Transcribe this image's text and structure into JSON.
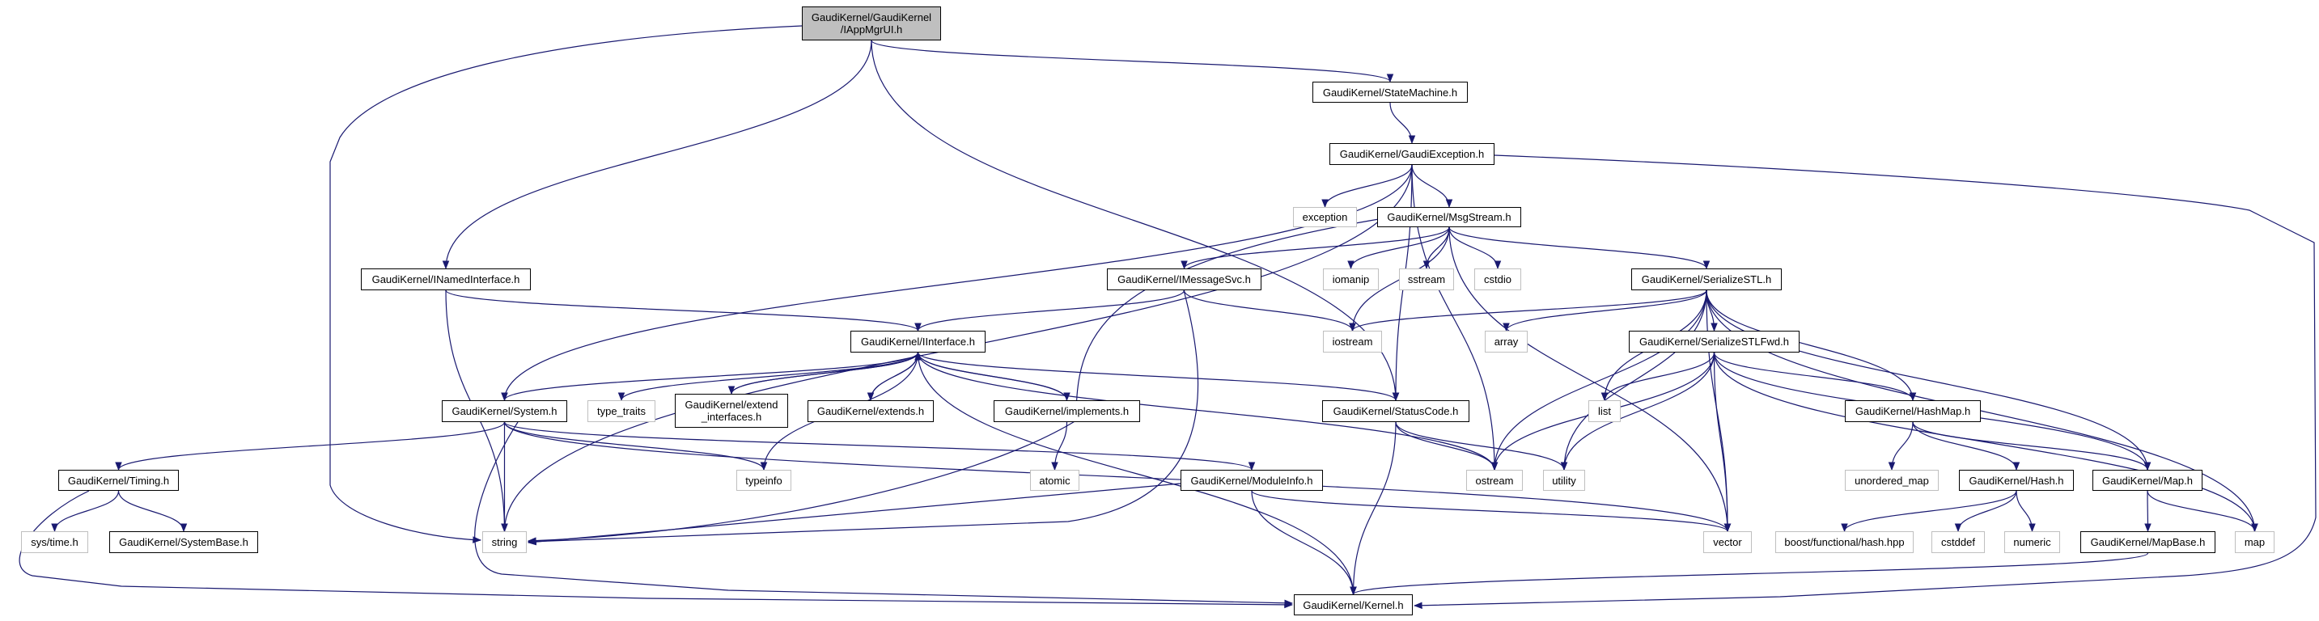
{
  "title": "Include dependency graph for GaudiKernel/GaudiKernel/IAppMgrUI.h",
  "colors": {
    "edge": "#191970",
    "root_fill": "#bfbfbf",
    "node_border": "#000000",
    "external_border": "#bfbfbf"
  },
  "nodes": [
    {
      "id": "root",
      "label": "GaudiKernel/GaudiKernel\n/IAppMgrUI.h",
      "kind": "root"
    },
    {
      "id": "StateMachine",
      "label": "GaudiKernel/StateMachine.h",
      "kind": "internal"
    },
    {
      "id": "GaudiException",
      "label": "GaudiKernel/GaudiException.h",
      "kind": "internal"
    },
    {
      "id": "exception",
      "label": "exception",
      "kind": "external"
    },
    {
      "id": "MsgStream",
      "label": "GaudiKernel/MsgStream.h",
      "kind": "internal"
    },
    {
      "id": "INamedInterface",
      "label": "GaudiKernel/INamedInterface.h",
      "kind": "internal"
    },
    {
      "id": "IMessageSvc",
      "label": "GaudiKernel/IMessageSvc.h",
      "kind": "internal"
    },
    {
      "id": "iomanip",
      "label": "iomanip",
      "kind": "external"
    },
    {
      "id": "sstream",
      "label": "sstream",
      "kind": "external"
    },
    {
      "id": "cstdio",
      "label": "cstdio",
      "kind": "external"
    },
    {
      "id": "SerializeSTL",
      "label": "GaudiKernel/SerializeSTL.h",
      "kind": "internal"
    },
    {
      "id": "IInterface",
      "label": "GaudiKernel/IInterface.h",
      "kind": "internal"
    },
    {
      "id": "iostream",
      "label": "iostream",
      "kind": "external"
    },
    {
      "id": "array",
      "label": "array",
      "kind": "external"
    },
    {
      "id": "SerializeSTLFwd",
      "label": "GaudiKernel/SerializeSTLFwd.h",
      "kind": "internal"
    },
    {
      "id": "System",
      "label": "GaudiKernel/System.h",
      "kind": "internal"
    },
    {
      "id": "type_traits",
      "label": "type_traits",
      "kind": "external"
    },
    {
      "id": "extend_interfaces",
      "label": "GaudiKernel/extend\n_interfaces.h",
      "kind": "internal"
    },
    {
      "id": "extends",
      "label": "GaudiKernel/extends.h",
      "kind": "internal"
    },
    {
      "id": "implements",
      "label": "GaudiKernel/implements.h",
      "kind": "internal"
    },
    {
      "id": "StatusCode",
      "label": "GaudiKernel/StatusCode.h",
      "kind": "internal"
    },
    {
      "id": "list",
      "label": "list",
      "kind": "external"
    },
    {
      "id": "HashMap",
      "label": "GaudiKernel/HashMap.h",
      "kind": "internal"
    },
    {
      "id": "Timing",
      "label": "GaudiKernel/Timing.h",
      "kind": "internal"
    },
    {
      "id": "typeinfo",
      "label": "typeinfo",
      "kind": "external"
    },
    {
      "id": "atomic",
      "label": "atomic",
      "kind": "external"
    },
    {
      "id": "ModuleInfo",
      "label": "GaudiKernel/ModuleInfo.h",
      "kind": "internal"
    },
    {
      "id": "ostream",
      "label": "ostream",
      "kind": "external"
    },
    {
      "id": "utility",
      "label": "utility",
      "kind": "external"
    },
    {
      "id": "unordered_map",
      "label": "unordered_map",
      "kind": "external"
    },
    {
      "id": "Hash",
      "label": "GaudiKernel/Hash.h",
      "kind": "internal"
    },
    {
      "id": "Map",
      "label": "GaudiKernel/Map.h",
      "kind": "internal"
    },
    {
      "id": "systime",
      "label": "sys/time.h",
      "kind": "external"
    },
    {
      "id": "SystemBase",
      "label": "GaudiKernel/SystemBase.h",
      "kind": "internal"
    },
    {
      "id": "string",
      "label": "string",
      "kind": "external"
    },
    {
      "id": "vector",
      "label": "vector",
      "kind": "external"
    },
    {
      "id": "boosthash",
      "label": "boost/functional/hash.hpp",
      "kind": "external"
    },
    {
      "id": "cstddef",
      "label": "cstddef",
      "kind": "external"
    },
    {
      "id": "numeric",
      "label": "numeric",
      "kind": "external"
    },
    {
      "id": "MapBase",
      "label": "GaudiKernel/MapBase.h",
      "kind": "internal"
    },
    {
      "id": "map",
      "label": "map",
      "kind": "external"
    },
    {
      "id": "Kernel",
      "label": "GaudiKernel/Kernel.h",
      "kind": "internal"
    }
  ],
  "edges": [
    [
      "root",
      "StateMachine"
    ],
    [
      "root",
      "INamedInterface"
    ],
    [
      "root",
      "string"
    ],
    [
      "root",
      "StatusCode"
    ],
    [
      "StateMachine",
      "GaudiException"
    ],
    [
      "GaudiException",
      "exception"
    ],
    [
      "GaudiException",
      "MsgStream"
    ],
    [
      "GaudiException",
      "System"
    ],
    [
      "GaudiException",
      "string"
    ],
    [
      "GaudiException",
      "StatusCode"
    ],
    [
      "GaudiException",
      "Kernel"
    ],
    [
      "GaudiException",
      "ostream"
    ],
    [
      "MsgStream",
      "IMessageSvc"
    ],
    [
      "MsgStream",
      "iomanip"
    ],
    [
      "MsgStream",
      "sstream"
    ],
    [
      "MsgStream",
      "cstdio"
    ],
    [
      "MsgStream",
      "SerializeSTL"
    ],
    [
      "MsgStream",
      "string"
    ],
    [
      "MsgStream",
      "iostream"
    ],
    [
      "MsgStream",
      "vector"
    ],
    [
      "INamedInterface",
      "IInterface"
    ],
    [
      "INamedInterface",
      "string"
    ],
    [
      "IMessageSvc",
      "IInterface"
    ],
    [
      "IMessageSvc",
      "iostream"
    ],
    [
      "IMessageSvc",
      "string"
    ],
    [
      "IInterface",
      "System"
    ],
    [
      "IInterface",
      "type_traits"
    ],
    [
      "IInterface",
      "extend_interfaces"
    ],
    [
      "IInterface",
      "extends"
    ],
    [
      "IInterface",
      "implements"
    ],
    [
      "IInterface",
      "StatusCode"
    ],
    [
      "IInterface",
      "typeinfo"
    ],
    [
      "IInterface",
      "ostream"
    ],
    [
      "IInterface",
      "Kernel"
    ],
    [
      "extend_interfaces",
      "IInterface"
    ],
    [
      "extends",
      "IInterface"
    ],
    [
      "implements",
      "IInterface"
    ],
    [
      "implements",
      "atomic"
    ],
    [
      "SerializeSTL",
      "SerializeSTLFwd"
    ],
    [
      "SerializeSTL",
      "list"
    ],
    [
      "SerializeSTL",
      "array"
    ],
    [
      "SerializeSTL",
      "iostream"
    ],
    [
      "SerializeSTL",
      "HashMap"
    ],
    [
      "SerializeSTL",
      "Map"
    ],
    [
      "SerializeSTL",
      "map"
    ],
    [
      "SerializeSTL",
      "vector"
    ],
    [
      "SerializeSTL",
      "utility"
    ],
    [
      "SerializeSTL",
      "ostream"
    ],
    [
      "SerializeSTLFwd",
      "list"
    ],
    [
      "SerializeSTLFwd",
      "HashMap"
    ],
    [
      "SerializeSTLFwd",
      "Map"
    ],
    [
      "SerializeSTLFwd",
      "map"
    ],
    [
      "SerializeSTLFwd",
      "vector"
    ],
    [
      "SerializeSTLFwd",
      "utility"
    ],
    [
      "SerializeSTLFwd",
      "ostream"
    ],
    [
      "System",
      "Timing"
    ],
    [
      "System",
      "string"
    ],
    [
      "System",
      "typeinfo"
    ],
    [
      "System",
      "ModuleInfo"
    ],
    [
      "System",
      "vector"
    ],
    [
      "System",
      "Kernel"
    ],
    [
      "StatusCode",
      "ostream"
    ],
    [
      "StatusCode",
      "utility"
    ],
    [
      "StatusCode",
      "Kernel"
    ],
    [
      "HashMap",
      "unordered_map"
    ],
    [
      "HashMap",
      "Hash"
    ],
    [
      "HashMap",
      "Map"
    ],
    [
      "Hash",
      "boosthash"
    ],
    [
      "Hash",
      "cstddef"
    ],
    [
      "Hash",
      "numeric"
    ],
    [
      "Map",
      "MapBase"
    ],
    [
      "Map",
      "map"
    ],
    [
      "MapBase",
      "Kernel"
    ],
    [
      "Timing",
      "systime"
    ],
    [
      "Timing",
      "SystemBase"
    ],
    [
      "Timing",
      "Kernel"
    ],
    [
      "ModuleInfo",
      "string"
    ],
    [
      "ModuleInfo",
      "vector"
    ],
    [
      "ModuleInfo",
      "Kernel"
    ]
  ]
}
